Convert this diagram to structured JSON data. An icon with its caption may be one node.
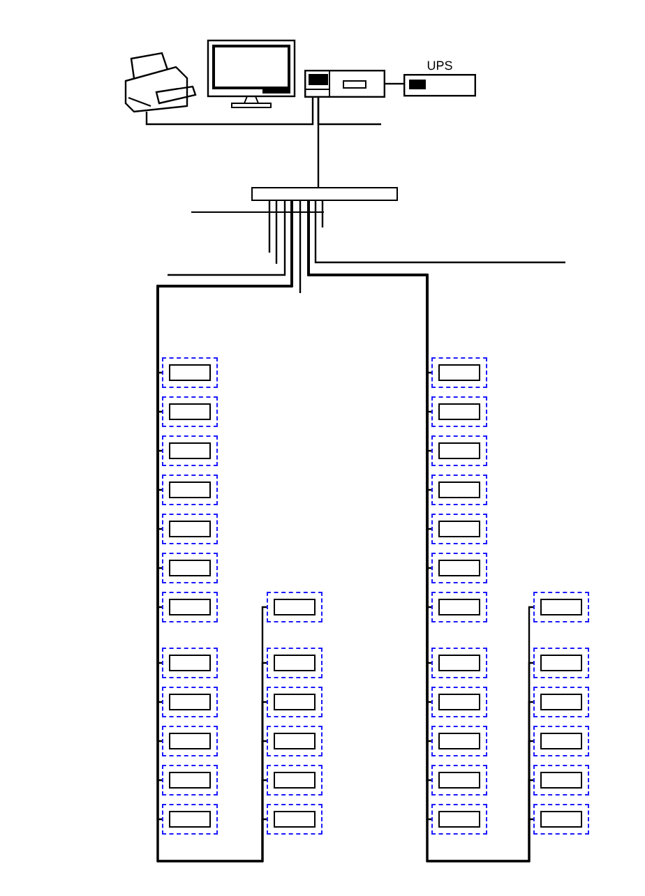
{
  "diagram": {
    "nodes": [
      {
        "text": [],
        "shape": "picture"
      },
      {
        "text": [],
        "shape": "picture"
      },
      {
        "text": [],
        "shape": "picture"
      },
      {
        "text": [
          "UPS"
        ]
      },
      {
        "text": [],
        "shape": "box"
      },
      {
        "text": [],
        "shape": "box"
      },
      {
        "text": [],
        "shape": "box"
      },
      {
        "text": [],
        "shape": "box"
      },
      {
        "text": [],
        "shape": "box"
      },
      {
        "text": [],
        "shape": "box"
      },
      {
        "text": [],
        "shape": "box"
      },
      {
        "text": [],
        "shape": "box"
      },
      {
        "text": [],
        "shape": "box"
      },
      {
        "text": [],
        "shape": "box"
      },
      {
        "text": [],
        "shape": "box"
      },
      {
        "text": [],
        "shape": "box"
      },
      {
        "text": [],
        "shape": "box"
      },
      {
        "text": [],
        "shape": "box"
      },
      {
        "text": [],
        "shape": "box"
      },
      {
        "text": [],
        "shape": "box"
      },
      {
        "text": [],
        "shape": "box"
      },
      {
        "text": [],
        "shape": "box"
      },
      {
        "text": [],
        "shape": "box"
      },
      {
        "text": [],
        "shape": "box"
      },
      {
        "text": [],
        "shape": "box"
      },
      {
        "text": [],
        "shape": "box"
      },
      {
        "text": [],
        "shape": "box"
      },
      {
        "text": [],
        "shape": "box"
      },
      {
        "text": [],
        "shape": "box"
      },
      {
        "text": [],
        "shape": "box"
      },
      {
        "text": [],
        "shape": "box"
      },
      {
        "text": [],
        "shape": "box"
      },
      {
        "text": [],
        "shape": "box"
      },
      {
        "text": [],
        "shape": "box"
      },
      {
        "text": [],
        "shape": "box"
      },
      {
        "text": [],
        "shape": "box"
      },
      {
        "text": [],
        "shape": "box"
      },
      {
        "text": [],
        "shape": "box"
      },
      {
        "text": [],
        "shape": "box"
      },
      {
        "text": [],
        "shape": "box"
      },
      {
        "text": [],
        "shape": "box"
      }
    ],
    "edges": [
      {
        "from": 2,
        "to": 0,
        "arrow": "none"
      },
      {
        "from": 2,
        "to": 3,
        "arrow": "none"
      },
      {
        "from": 2,
        "to": 4,
        "arrow": "none"
      },
      {
        "from": 2,
        "to": null,
        "arrow": "none"
      },
      {
        "from": 4,
        "to": 5,
        "arrow": "none"
      },
      {
        "from": 4,
        "to": 6,
        "arrow": "none"
      },
      {
        "from": 4,
        "to": 7,
        "arrow": "none"
      },
      {
        "from": 4,
        "to": 8,
        "arrow": "none"
      },
      {
        "from": 4,
        "to": 9,
        "arrow": "none"
      },
      {
        "from": 4,
        "to": 10,
        "arrow": "none"
      },
      {
        "from": 4,
        "to": 11,
        "arrow": "none"
      },
      {
        "from": 4,
        "to": 12,
        "arrow": "none"
      },
      {
        "from": 4,
        "to": 13,
        "arrow": "none"
      },
      {
        "from": 4,
        "to": 14,
        "arrow": "none"
      },
      {
        "from": 4,
        "to": 15,
        "arrow": "none"
      },
      {
        "from": 4,
        "to": 16,
        "arrow": "none"
      },
      {
        "from": 4,
        "to": 17,
        "arrow": "none"
      },
      {
        "from": 4,
        "to": 18,
        "arrow": "none"
      },
      {
        "from": 4,
        "to": 19,
        "arrow": "none"
      },
      {
        "from": 4,
        "to": 20,
        "arrow": "none"
      },
      {
        "from": 4,
        "to": 21,
        "arrow": "none"
      },
      {
        "from": 4,
        "to": 22,
        "arrow": "none"
      },
      {
        "from": 4,
        "to": 23,
        "arrow": "none"
      },
      {
        "from": 4,
        "to": 24,
        "arrow": "none"
      },
      {
        "from": 4,
        "to": 25,
        "arrow": "none"
      },
      {
        "from": 4,
        "to": 26,
        "arrow": "none"
      },
      {
        "from": 4,
        "to": 27,
        "arrow": "none"
      },
      {
        "from": 4,
        "to": 28,
        "arrow": "none"
      },
      {
        "from": 4,
        "to": 29,
        "arrow": "none"
      },
      {
        "from": 4,
        "to": 30,
        "arrow": "none"
      },
      {
        "from": 4,
        "to": 31,
        "arrow": "none"
      },
      {
        "from": 4,
        "to": 32,
        "arrow": "none"
      },
      {
        "from": 4,
        "to": 33,
        "arrow": "none"
      },
      {
        "from": 4,
        "to": 34,
        "arrow": "none"
      },
      {
        "from": 4,
        "to": 35,
        "arrow": "none"
      },
      {
        "from": 4,
        "to": 36,
        "arrow": "none"
      },
      {
        "from": 4,
        "to": 37,
        "arrow": "none"
      },
      {
        "from": 4,
        "to": 38,
        "arrow": "none"
      },
      {
        "from": 4,
        "to": 39,
        "arrow": "none"
      },
      {
        "from": 4,
        "to": 40,
        "arrow": "none"
      },
      {
        "from": 4,
        "to": null,
        "arrow": "none"
      },
      {
        "from": 4,
        "to": null,
        "arrow": "none"
      },
      {
        "from": 4,
        "to": null,
        "arrow": "none"
      },
      {
        "from": 4,
        "to": null,
        "arrow": "none"
      },
      {
        "from": 4,
        "to": null,
        "arrow": "none"
      },
      {
        "from": 4,
        "to": null,
        "arrow": "none"
      }
    ]
  }
}
